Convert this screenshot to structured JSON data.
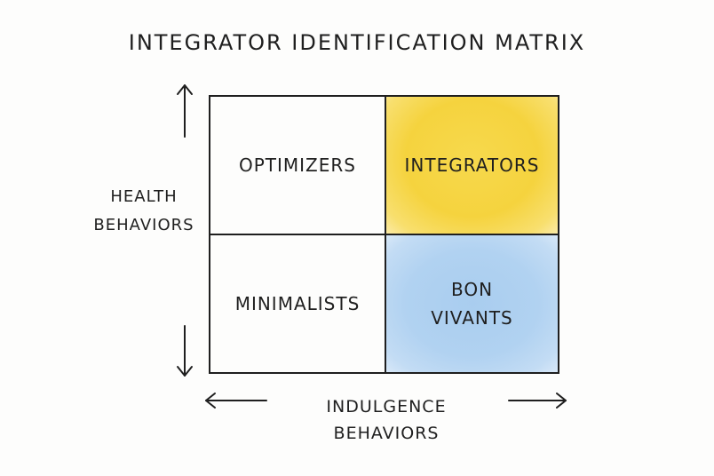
{
  "title": "INTEGRATOR IDENTIFICATION MATRIX",
  "axes": {
    "y_label_line1": "HEALTH",
    "y_label_line2": "BEHAVIORS",
    "x_label_line1": "INDULGENCE",
    "x_label_line2": "BEHAVIORS"
  },
  "quadrants": {
    "top_left": "OPTIMIZERS",
    "top_right": "INTEGRATORS",
    "bottom_left": "MINIMALISTS",
    "bottom_right": "BON\nVIVANTS"
  },
  "colors": {
    "integrators_fill": "#f5d33e",
    "bon_vivants_fill": "#b1d2f1",
    "ink": "#1f1f1f"
  },
  "icons": [
    "arrow-up-icon",
    "arrow-down-icon",
    "arrow-left-icon",
    "arrow-right-icon"
  ]
}
